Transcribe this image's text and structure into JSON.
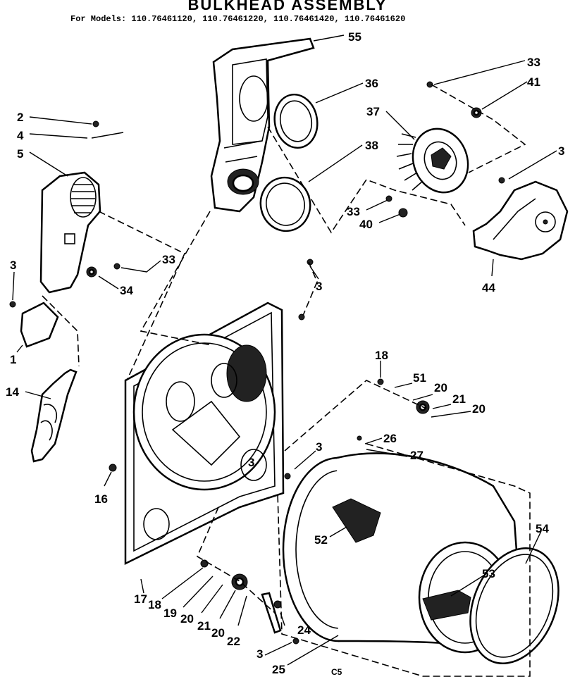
{
  "title": "BULKHEAD ASSEMBLY",
  "models": "For Models: 110.76461120, 110.76461220, 110.76461420, 110.76461620",
  "code": "C5",
  "callouts": [
    {
      "id": "c55",
      "text": "55"
    },
    {
      "id": "c33a",
      "text": "33"
    },
    {
      "id": "c36",
      "text": "36"
    },
    {
      "id": "c41",
      "text": "41"
    },
    {
      "id": "c37",
      "text": "37"
    },
    {
      "id": "c3a",
      "text": "3"
    },
    {
      "id": "c38",
      "text": "38"
    },
    {
      "id": "c2",
      "text": "2"
    },
    {
      "id": "c4",
      "text": "4"
    },
    {
      "id": "c5",
      "text": "5"
    },
    {
      "id": "c33b",
      "text": "33"
    },
    {
      "id": "c40",
      "text": "40"
    },
    {
      "id": "c44",
      "text": "44"
    },
    {
      "id": "c33c",
      "text": "33"
    },
    {
      "id": "c3b",
      "text": "3"
    },
    {
      "id": "c34",
      "text": "34"
    },
    {
      "id": "c3c",
      "text": "3"
    },
    {
      "id": "c3d",
      "text": "3"
    },
    {
      "id": "c1",
      "text": "1"
    },
    {
      "id": "c14",
      "text": "14"
    },
    {
      "id": "c18a",
      "text": "18"
    },
    {
      "id": "c51",
      "text": "51"
    },
    {
      "id": "c20a",
      "text": "20"
    },
    {
      "id": "c21a",
      "text": "21"
    },
    {
      "id": "c20b",
      "text": "20"
    },
    {
      "id": "c26",
      "text": "26"
    },
    {
      "id": "c27",
      "text": "27"
    },
    {
      "id": "c3e",
      "text": "3"
    },
    {
      "id": "c16",
      "text": "16"
    },
    {
      "id": "c54",
      "text": "54"
    },
    {
      "id": "c52",
      "text": "52"
    },
    {
      "id": "c53",
      "text": "53"
    },
    {
      "id": "c17",
      "text": "17"
    },
    {
      "id": "c18b",
      "text": "18"
    },
    {
      "id": "c19",
      "text": "19"
    },
    {
      "id": "c20c",
      "text": "20"
    },
    {
      "id": "c21b",
      "text": "21"
    },
    {
      "id": "c20d",
      "text": "20"
    },
    {
      "id": "c22",
      "text": "22"
    },
    {
      "id": "c24",
      "text": "24"
    },
    {
      "id": "c3f",
      "text": "3"
    },
    {
      "id": "c25",
      "text": "25"
    }
  ]
}
